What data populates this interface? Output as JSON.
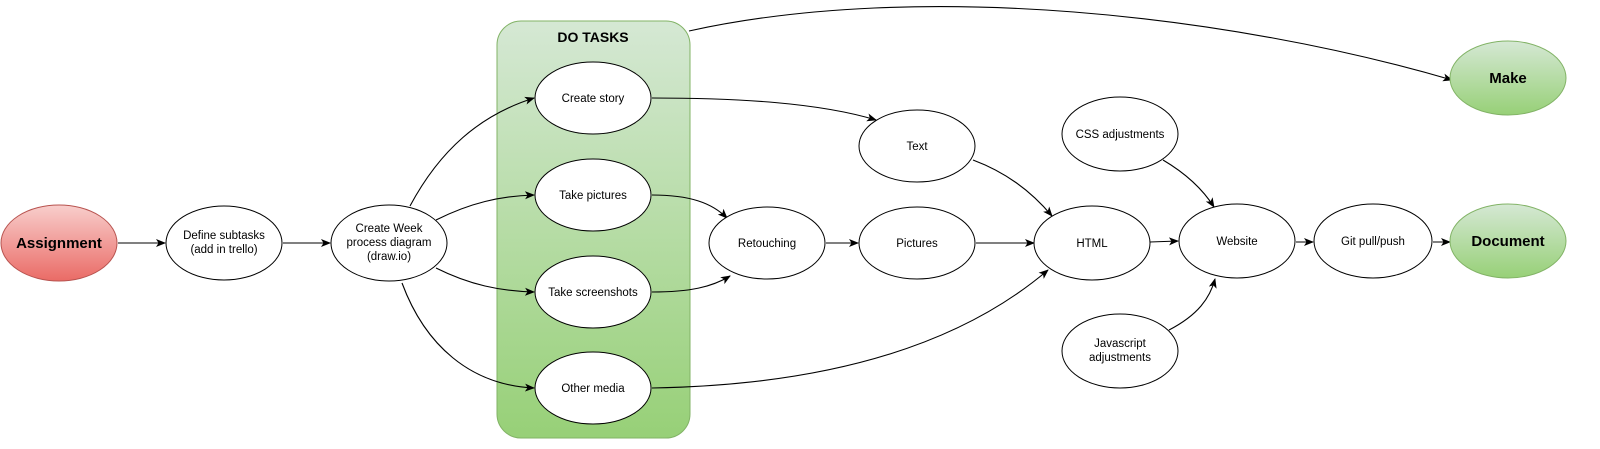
{
  "group": {
    "label": "DO TASKS"
  },
  "nodes": {
    "assignment": {
      "label": "Assignment"
    },
    "define_subtasks": {
      "lines": [
        "Define subtasks",
        "(add in trello)"
      ]
    },
    "create_week": {
      "lines": [
        "Create Week",
        "process diagram",
        "(draw.io)"
      ]
    },
    "create_story": {
      "label": "Create story"
    },
    "take_pictures": {
      "label": "Take pictures"
    },
    "take_screenshots": {
      "label": "Take screenshots"
    },
    "other_media": {
      "label": "Other media"
    },
    "retouching": {
      "label": "Retouching"
    },
    "text": {
      "label": "Text"
    },
    "pictures": {
      "label": "Pictures"
    },
    "html": {
      "label": "HTML"
    },
    "css_adjustments": {
      "label": "CSS adjustments"
    },
    "javascript_adjustments": {
      "lines": [
        "Javascript",
        "adjustments"
      ]
    },
    "website": {
      "label": "Website"
    },
    "git_pull_push": {
      "label": "Git pull/push"
    },
    "make": {
      "label": "Make"
    },
    "document": {
      "label": "Document"
    }
  },
  "colors": {
    "start_fill": "#ea6b66",
    "start_fill_light": "#f8cecc",
    "end_fill": "#97d077",
    "end_fill_light": "#d5e8d4",
    "group_top": "#d5e8d4",
    "group_bottom": "#97d077",
    "group_stroke": "#82b366",
    "stroke": "#000000"
  }
}
